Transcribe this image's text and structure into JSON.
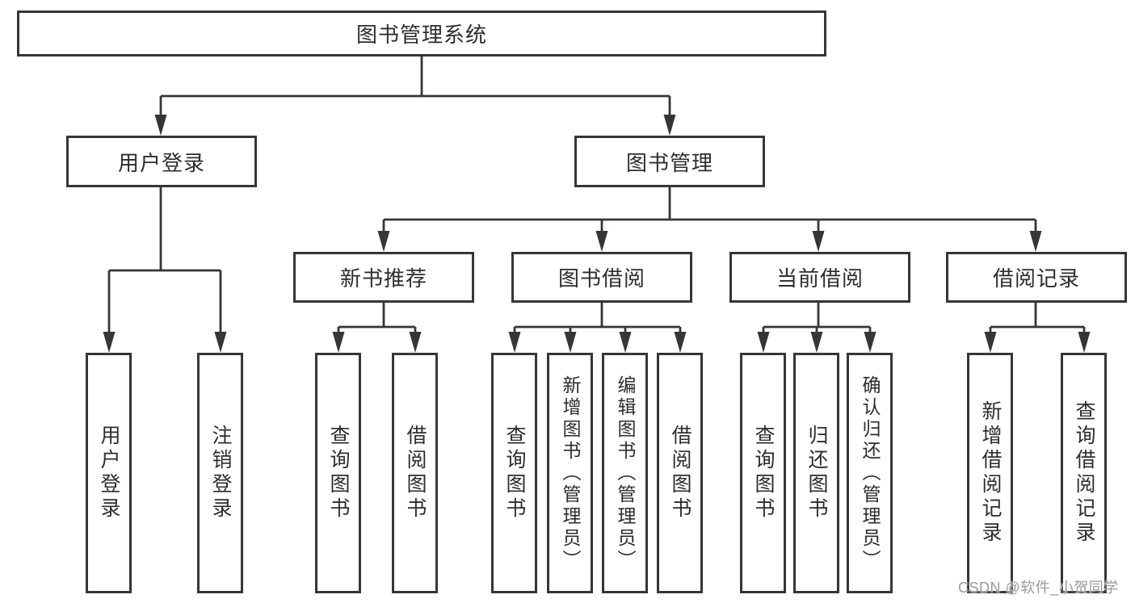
{
  "tree": {
    "root": "图书管理系统",
    "branches": [
      {
        "label": "用户登录",
        "children": [
          "用户登录",
          "注销登录"
        ]
      },
      {
        "label": "图书管理",
        "groups": [
          {
            "label": "新书推荐",
            "children": [
              "查询图书",
              "借阅图书"
            ]
          },
          {
            "label": "图书借阅",
            "children": [
              "查询图书",
              "新增图书（管理员）",
              "编辑图书（管理员）",
              "借阅图书"
            ]
          },
          {
            "label": "当前借阅",
            "children": [
              "查询图书",
              "归还图书",
              "确认归还（管理员）"
            ]
          },
          {
            "label": "借阅记录",
            "children": [
              "新增借阅记录",
              "查询借阅记录"
            ]
          }
        ]
      }
    ]
  },
  "watermark": "CSDN @软件_小贺同学",
  "colors": {
    "line": "#363636",
    "box_border": "#363636",
    "text": "#2d2d2d",
    "watermark": "#9a9a9a",
    "background": "#ffffff"
  }
}
